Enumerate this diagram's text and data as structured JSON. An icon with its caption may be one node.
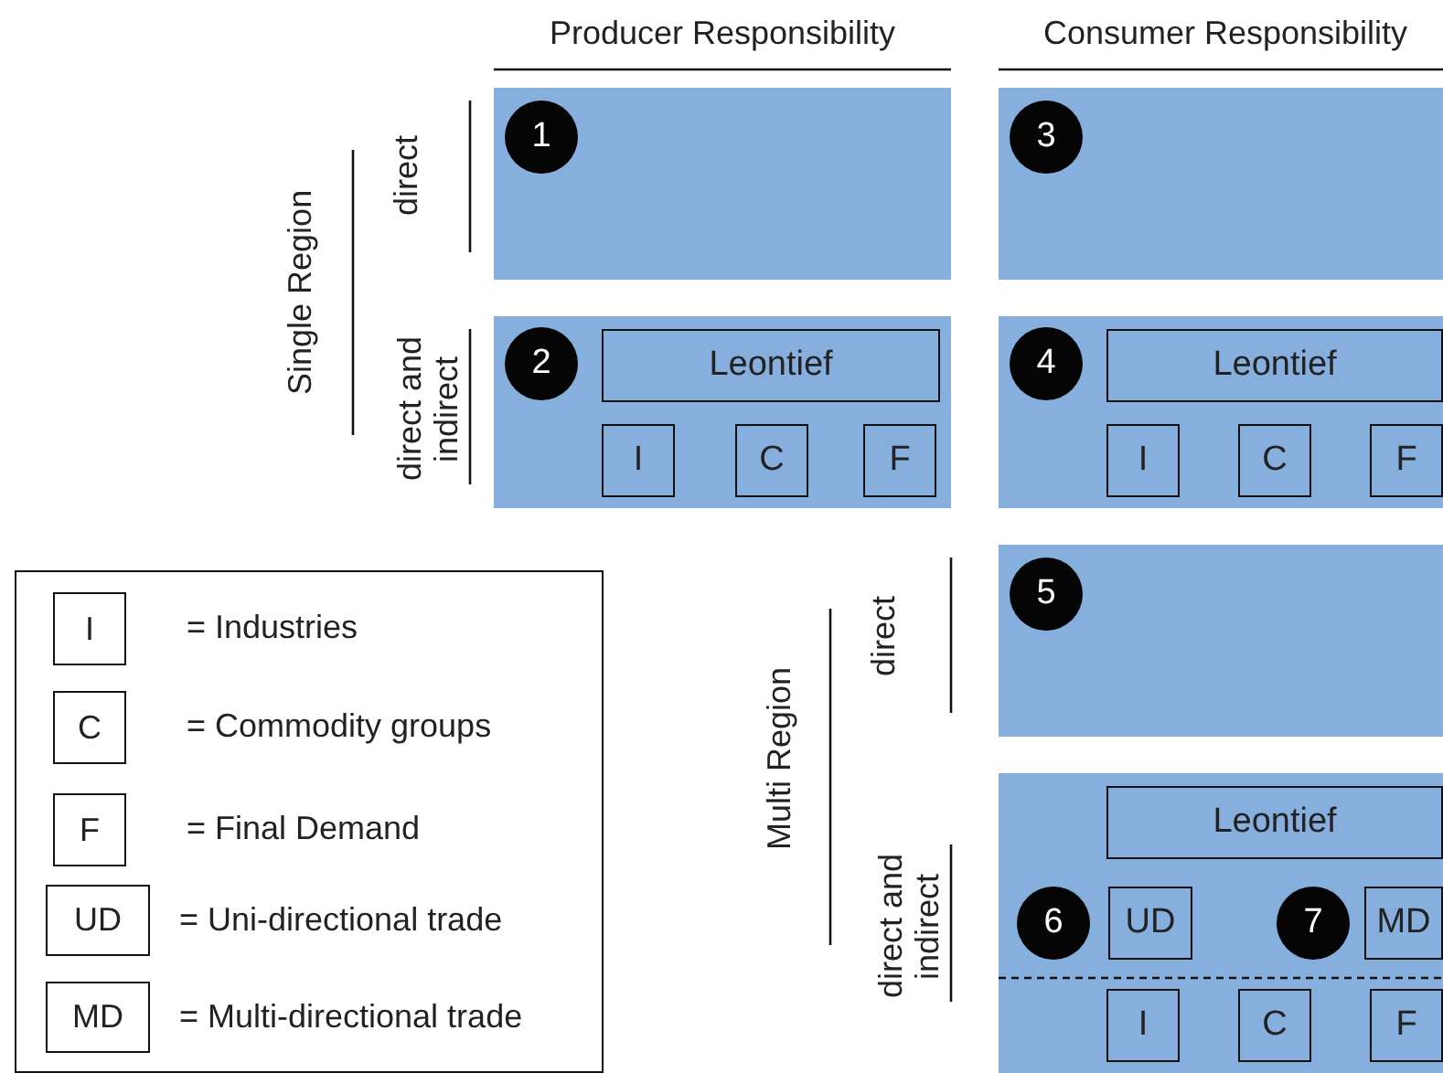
{
  "diagram": {
    "nodes": [
      {
        "text": [],
        "shape": "box"
      },
      {
        "text": [
          "1"
        ],
        "in": 0
      },
      {
        "text": [],
        "shape": "box"
      },
      {
        "text": [
          "3"
        ],
        "in": 2
      },
      {
        "text": [],
        "shape": "box"
      },
      {
        "text": [
          "2"
        ],
        "in": 4
      },
      {
        "text": [
          "Leontief"
        ],
        "in": 4
      },
      {
        "text": [
          "I"
        ],
        "in": 4
      },
      {
        "text": [
          "C"
        ],
        "in": 4
      },
      {
        "text": [
          "F"
        ],
        "in": 4
      },
      {
        "text": [],
        "shape": "box"
      },
      {
        "text": [
          "4"
        ],
        "in": 10
      },
      {
        "text": [
          "Leontief"
        ],
        "in": 10
      },
      {
        "text": [
          "I"
        ],
        "in": 10
      },
      {
        "text": [
          "C"
        ],
        "in": 10
      },
      {
        "text": [
          "F"
        ],
        "in": 10
      },
      {
        "text": [],
        "shape": "box"
      },
      {
        "text": [
          "5"
        ],
        "in": 16
      },
      {
        "text": [],
        "shape": "box"
      },
      {
        "text": [
          "Leontief"
        ],
        "in": 18
      },
      {
        "text": [
          "6"
        ],
        "in": 18
      },
      {
        "text": [
          "UD"
        ],
        "in": 18
      },
      {
        "text": [
          "7"
        ],
        "in": 18
      },
      {
        "text": [
          "MD"
        ],
        "in": 18
      },
      {
        "text": [
          "I"
        ],
        "in": 18
      },
      {
        "text": [
          "C"
        ],
        "in": 18
      },
      {
        "text": [
          "F"
        ],
        "in": 18
      },
      {
        "text": [],
        "shape": "box"
      },
      {
        "text": [
          "I"
        ],
        "in": 27,
        "beside": [
          "= Industries"
        ]
      },
      {
        "text": [
          "C"
        ],
        "in": 27,
        "beside": [
          "= Commodity groups"
        ]
      },
      {
        "text": [
          "F"
        ],
        "in": 27,
        "beside": [
          "= Final Demand"
        ]
      },
      {
        "text": [
          "UD"
        ],
        "in": 27,
        "beside": [
          "= Uni-directional trade"
        ]
      },
      {
        "text": [
          "MD"
        ],
        "in": 27,
        "beside": [
          "= Multi-directional trade"
        ]
      }
    ],
    "labels": [
      "Producer Responsibility",
      "Consumer Responsibility",
      "Single Region",
      "direct",
      "direct and indirect",
      "Multi Region",
      "direct",
      "direct and indirect"
    ]
  }
}
